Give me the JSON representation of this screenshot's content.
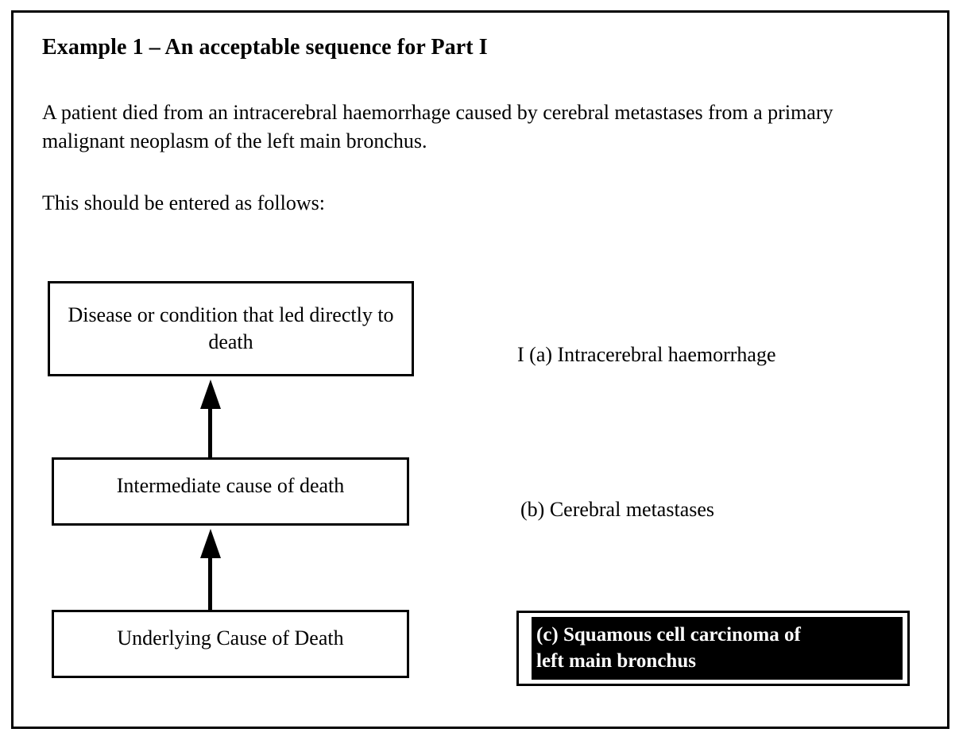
{
  "page": {
    "title": "Example 1 – An acceptable sequence for Part I",
    "intro_paragraph": "A patient died from an intracerebral haemorrhage caused by cerebral metastases from a primary malignant neoplasm of the left main bronchus.",
    "instruction_line": "This should be entered as follows:"
  },
  "flow_boxes": [
    {
      "id": "direct",
      "label": "Disease or condition that led directly to death"
    },
    {
      "id": "intermediate",
      "label": "Intermediate cause of death"
    },
    {
      "id": "underlying",
      "label": "Underlying Cause of Death"
    }
  ],
  "arrows": [
    {
      "id": "arrow-1",
      "direction": "up",
      "from": "intermediate",
      "to": "direct"
    },
    {
      "id": "arrow-2",
      "direction": "up",
      "from": "underlying",
      "to": "intermediate"
    }
  ],
  "certificate_entries": [
    {
      "id": "a",
      "marker": "I (a)",
      "text": "Intracerebral haemorrhage",
      "full": "I (a)  Intracerebral haemorrhage",
      "highlighted": false
    },
    {
      "id": "b",
      "marker": "(b)",
      "text": "Cerebral metastases",
      "full": "(b)   Cerebral metastases",
      "highlighted": false
    },
    {
      "id": "c",
      "marker": "(c)",
      "text": "Squamous cell carcinoma of left main bronchus",
      "line1": "(c) Squamous cell carcinoma of",
      "line2": "left main bronchus",
      "highlighted": true
    }
  ],
  "colors": {
    "ink": "#000000",
    "paper": "#ffffff",
    "highlight_background": "#000000",
    "highlight_text": "#ffffff"
  }
}
